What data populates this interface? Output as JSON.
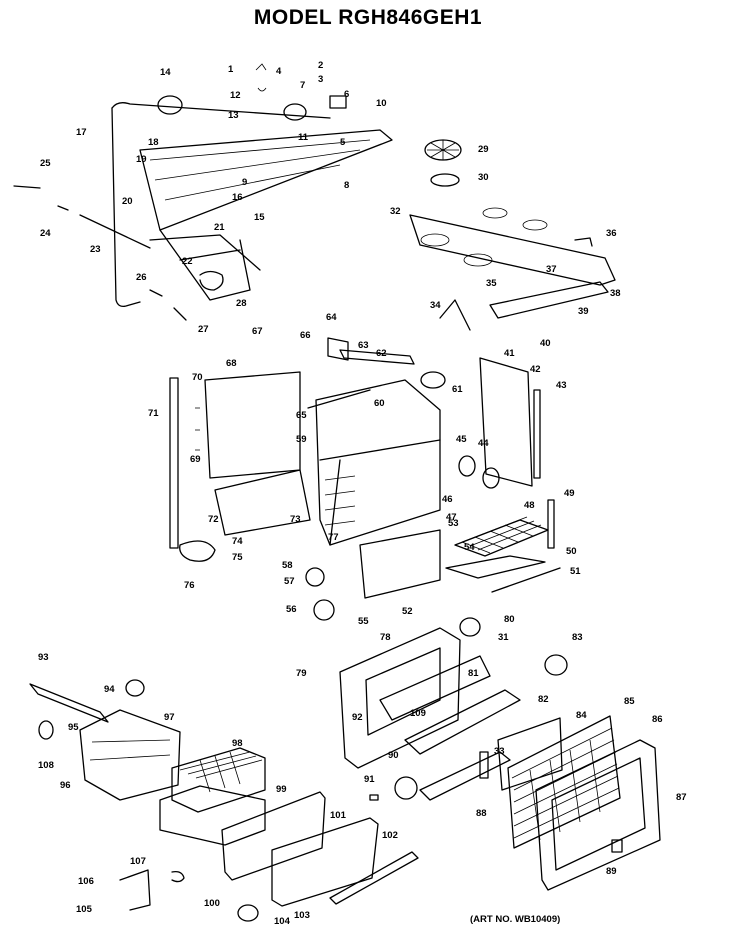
{
  "title": "MODEL RGH846GEH1",
  "art_number": "(ART NO. WB10409)",
  "part_labels": [
    "1",
    "2",
    "3",
    "4",
    "5",
    "6",
    "7",
    "8",
    "9",
    "10",
    "11",
    "12",
    "13",
    "14",
    "15",
    "16",
    "17",
    "18",
    "19",
    "20",
    "21",
    "22",
    "23",
    "24",
    "25",
    "26",
    "27",
    "28",
    "29",
    "30",
    "31",
    "32",
    "33",
    "34",
    "35",
    "36",
    "37",
    "38",
    "39",
    "40",
    "41",
    "42",
    "43",
    "44",
    "45",
    "46",
    "47",
    "48",
    "49",
    "50",
    "51",
    "52",
    "53",
    "54",
    "55",
    "56",
    "57",
    "58",
    "59",
    "60",
    "61",
    "62",
    "63",
    "64",
    "65",
    "66",
    "67",
    "68",
    "69",
    "70",
    "71",
    "72",
    "73",
    "74",
    "75",
    "76",
    "77",
    "78",
    "79",
    "80",
    "81",
    "82",
    "83",
    "84",
    "85",
    "86",
    "87",
    "88",
    "89",
    "90",
    "91",
    "92",
    "93",
    "94",
    "95",
    "96",
    "97",
    "98",
    "99",
    "100",
    "101",
    "102",
    "103",
    "104",
    "105",
    "106",
    "107",
    "108",
    "109"
  ]
}
